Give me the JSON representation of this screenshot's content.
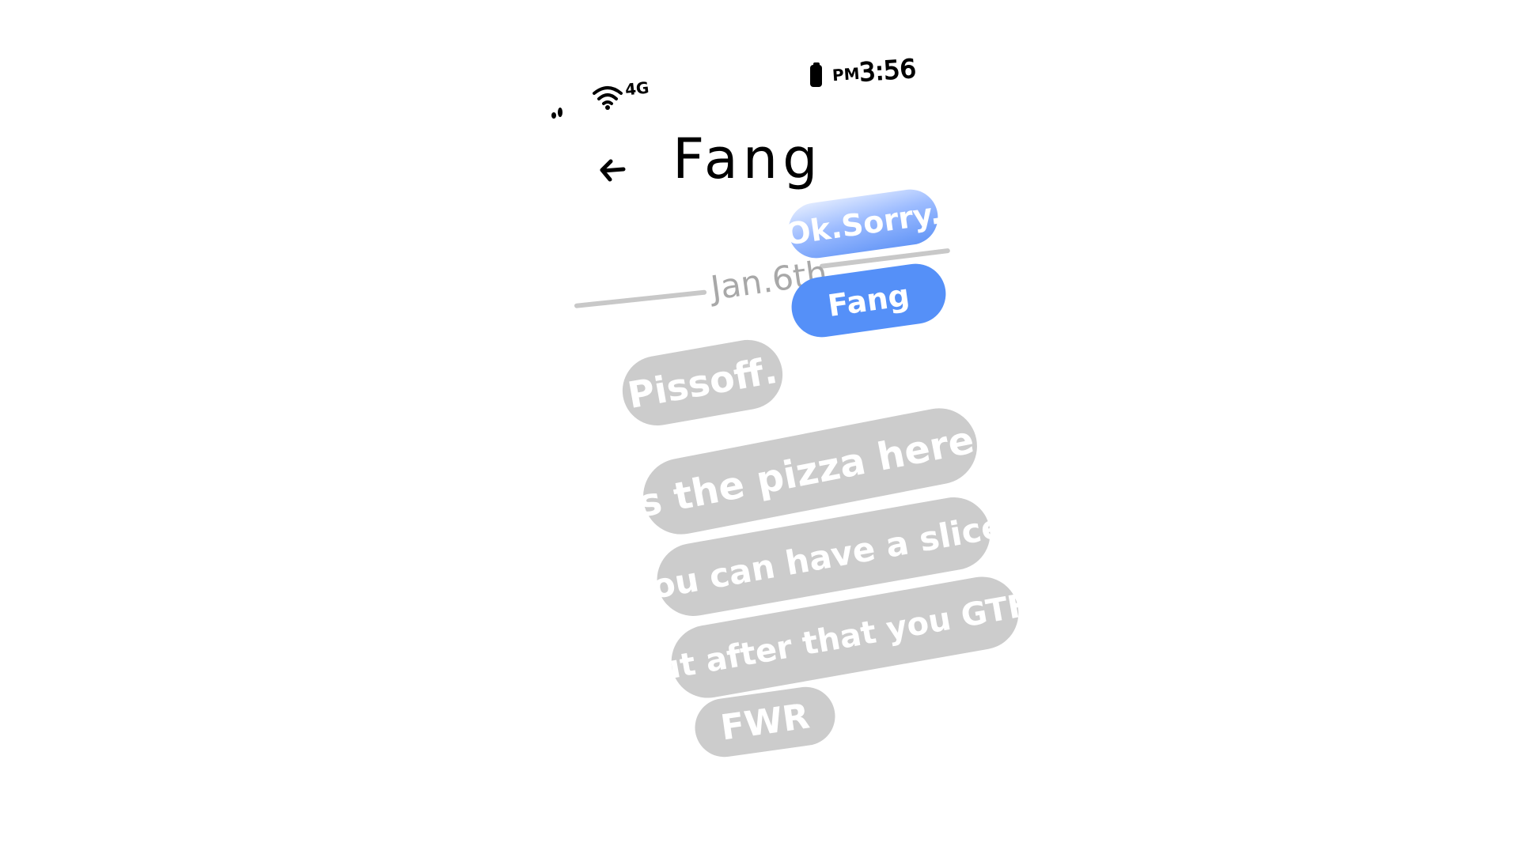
{
  "status_bar": {
    "network": "4G",
    "time_period": "PM",
    "time": "3:56",
    "icons": [
      "signal-icon",
      "wifi-icon",
      "battery-icon"
    ]
  },
  "header": {
    "back_icon": "arrow-left-icon",
    "title": "Fang"
  },
  "colors": {
    "sent_bubble": "#5590f8",
    "received_bubble": "#cccccc",
    "date_divider": "#a8a8a8"
  },
  "messages": [
    {
      "text": "Ok.Sorry.",
      "side": "sent"
    },
    {
      "text": "Fang",
      "side": "sent"
    },
    {
      "text": "Pissoff.",
      "side": "received"
    },
    {
      "text": "Is the pizza here?",
      "side": "received"
    },
    {
      "text": "You can have a slice.",
      "side": "received"
    },
    {
      "text": "But after that you GTFO",
      "side": "received"
    },
    {
      "text": "FWR",
      "side": "received"
    }
  ],
  "date_divider": "Jan.6th"
}
